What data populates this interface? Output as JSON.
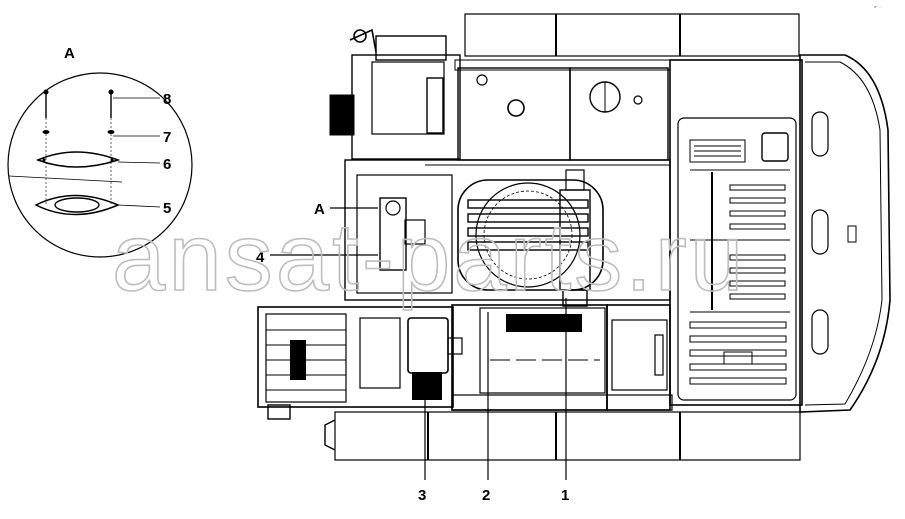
{
  "detail": {
    "title": "A"
  },
  "callouts": {
    "c1": "1",
    "c2": "2",
    "c3": "3",
    "c4": "4",
    "c5": "5",
    "c6": "6",
    "c7": "7",
    "c8": "8",
    "view_marker": "A"
  },
  "watermark": "ansat-parts.ru",
  "corner_mark": "a* ..."
}
